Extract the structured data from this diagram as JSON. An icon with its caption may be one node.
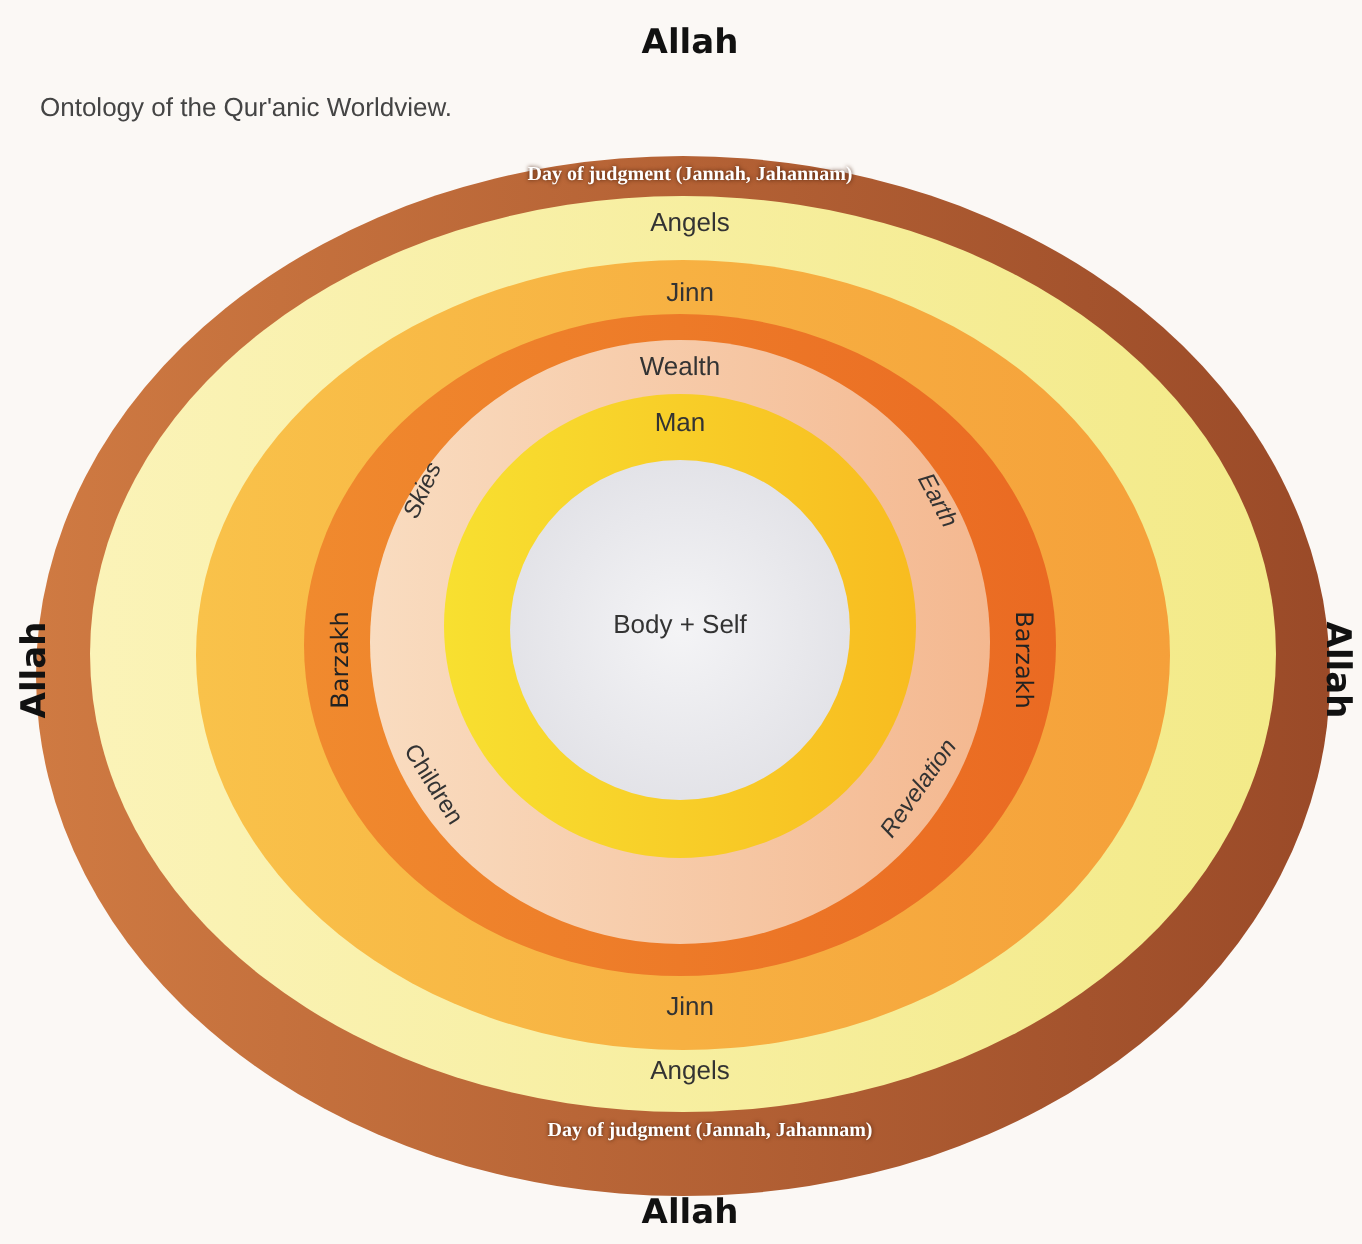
{
  "diagram": {
    "title": "Ontology of the Qur'anic Worldview.",
    "nodes": [
      {
        "text": [
          "Day of judgment (Jannah, Jahannam)",
          "Day of judgment (Jannah, Jahannam)"
        ]
      },
      {
        "text": [
          "Angels",
          "Angels"
        ],
        "in": 0
      },
      {
        "text": [
          "Jinn",
          "Jinn"
        ],
        "in": 1
      },
      {
        "text": [
          "Barzakh",
          "Barzakh"
        ],
        "in": 2
      },
      {
        "text": [
          "Wealth",
          "Skies",
          "Earth",
          "Children",
          "Revelation"
        ],
        "in": 3
      },
      {
        "text": [
          "Man"
        ],
        "in": 4
      },
      {
        "text": [
          "Body + Self"
        ],
        "in": 5
      }
    ],
    "edges": [],
    "labels": [
      "Allah",
      "Allah",
      "Allah",
      "Allah"
    ]
  }
}
